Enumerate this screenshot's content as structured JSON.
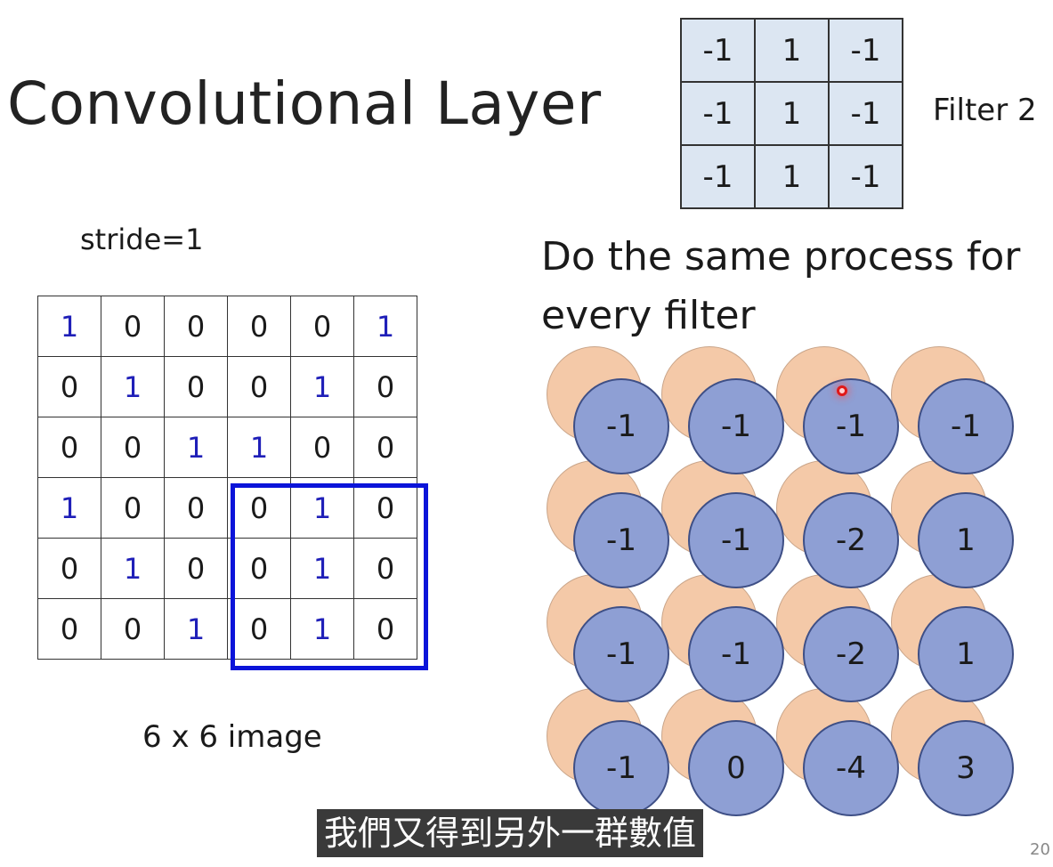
{
  "title": "Convolutional Layer",
  "filter": {
    "label": "Filter 2",
    "values": [
      [
        "-1",
        "1",
        "-1"
      ],
      [
        "-1",
        "1",
        "-1"
      ],
      [
        "-1",
        "1",
        "-1"
      ]
    ]
  },
  "stride_label": "stride=1",
  "image": {
    "caption": "6 x 6 image",
    "values": [
      [
        "1",
        "0",
        "0",
        "0",
        "0",
        "1"
      ],
      [
        "0",
        "1",
        "0",
        "0",
        "1",
        "0"
      ],
      [
        "0",
        "0",
        "1",
        "1",
        "0",
        "0"
      ],
      [
        "1",
        "0",
        "0",
        "0",
        "1",
        "0"
      ],
      [
        "0",
        "1",
        "0",
        "0",
        "1",
        "0"
      ],
      [
        "0",
        "0",
        "1",
        "0",
        "1",
        "0"
      ]
    ],
    "highlight": {
      "row_start": 3,
      "col_start": 3,
      "size": 3
    }
  },
  "process_text": "Do the same process for every filter",
  "feature_map": {
    "values": [
      [
        "-1",
        "-1",
        "-1",
        "-1"
      ],
      [
        "-1",
        "-1",
        "-2",
        "1"
      ],
      [
        "-1",
        "-1",
        "-2",
        "1"
      ],
      [
        "-1",
        "0",
        "-4",
        "3"
      ]
    ]
  },
  "subtitle": "我們又得到另外一群數值",
  "page_number": "20",
  "colors": {
    "filter_bg": "#dce6f2",
    "one_text": "#1f1fb8",
    "highlight_border": "#0b14d9",
    "back_circle": "#f4c9a8",
    "front_circle": "#8e9fd4"
  }
}
